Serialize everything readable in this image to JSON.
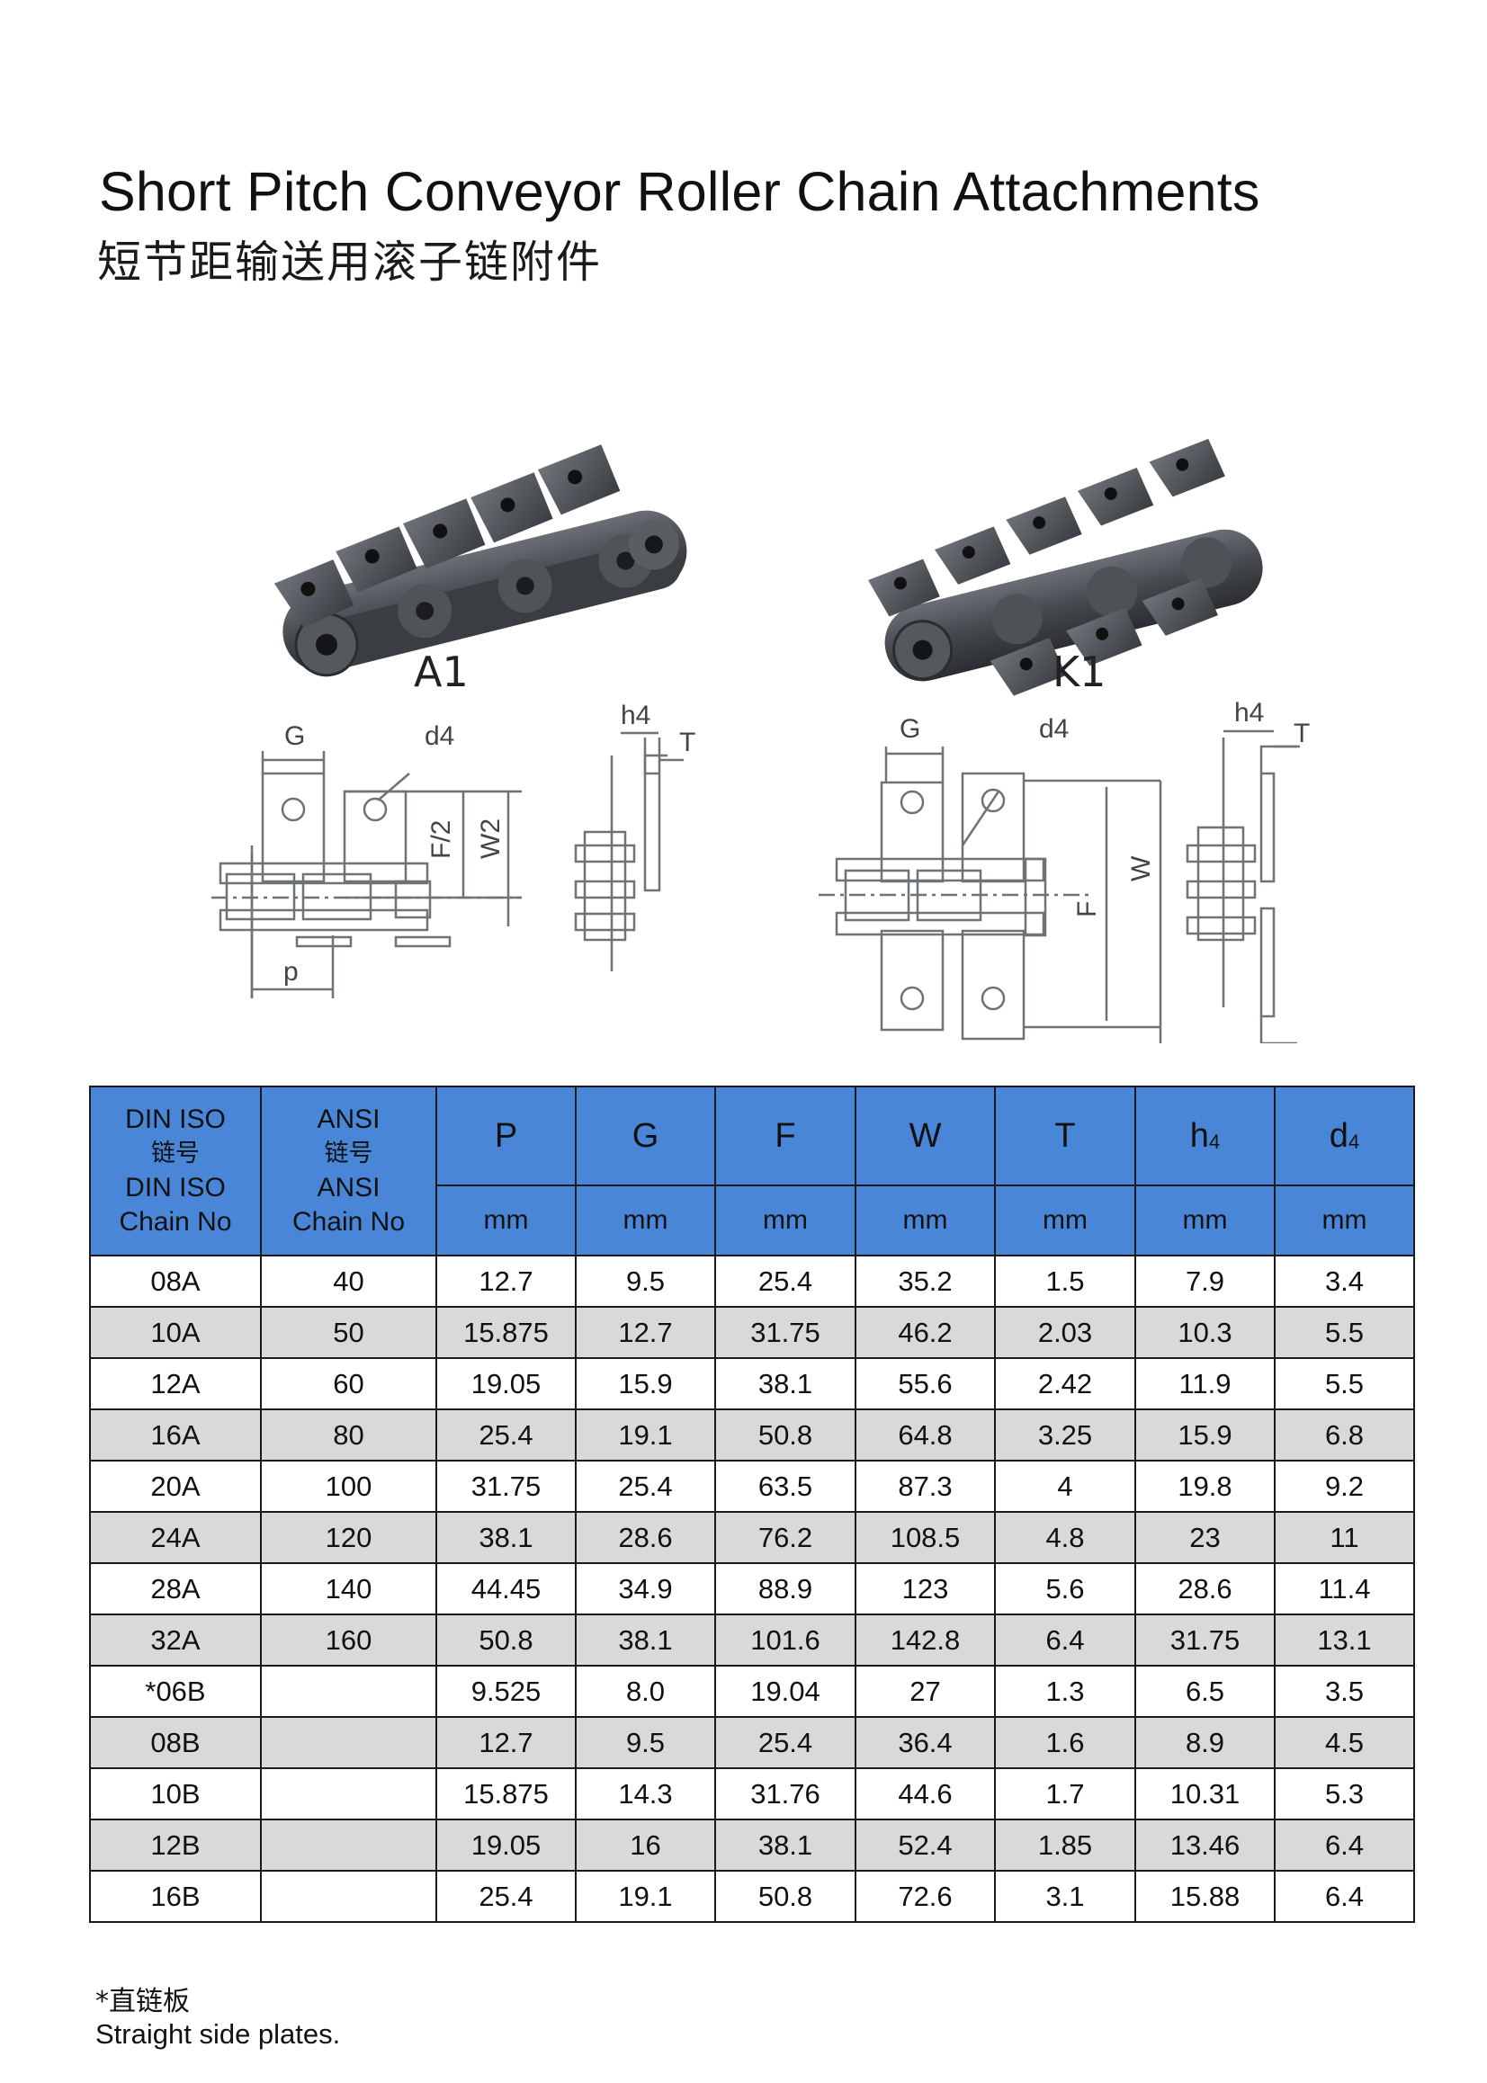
{
  "title": "Short Pitch Conveyor Roller Chain Attachments",
  "subtitle": "短节距输送用滚子链附件",
  "figures": {
    "a1_label": "A1",
    "k1_label": "K1",
    "dims": {
      "G": "G",
      "d4": "d4",
      "h4": "h4",
      "T": "T",
      "F2": "F/2",
      "W2": "W2",
      "p": "p",
      "F": "F",
      "W": "W"
    }
  },
  "table": {
    "header": {
      "din_lines": [
        "DIN ISO",
        "链号",
        "DIN ISO",
        "Chain No"
      ],
      "ansi_lines": [
        "ANSI",
        "链号",
        "ANSI",
        "Chain No"
      ],
      "columns": [
        "P",
        "G",
        "F",
        "W",
        "T",
        "h",
        "d"
      ],
      "subscripts": {
        "h": "4",
        "d": "4"
      },
      "units": [
        "mm",
        "mm",
        "mm",
        "mm",
        "mm",
        "mm",
        "mm"
      ]
    },
    "rows": [
      [
        "08A",
        "40",
        "12.7",
        "9.5",
        "25.4",
        "35.2",
        "1.5",
        "7.9",
        "3.4"
      ],
      [
        "10A",
        "50",
        "15.875",
        "12.7",
        "31.75",
        "46.2",
        "2.03",
        "10.3",
        "5.5"
      ],
      [
        "12A",
        "60",
        "19.05",
        "15.9",
        "38.1",
        "55.6",
        "2.42",
        "11.9",
        "5.5"
      ],
      [
        "16A",
        "80",
        "25.4",
        "19.1",
        "50.8",
        "64.8",
        "3.25",
        "15.9",
        "6.8"
      ],
      [
        "20A",
        "100",
        "31.75",
        "25.4",
        "63.5",
        "87.3",
        "4",
        "19.8",
        "9.2"
      ],
      [
        "24A",
        "120",
        "38.1",
        "28.6",
        "76.2",
        "108.5",
        "4.8",
        "23",
        "11"
      ],
      [
        "28A",
        "140",
        "44.45",
        "34.9",
        "88.9",
        "123",
        "5.6",
        "28.6",
        "11.4"
      ],
      [
        "32A",
        "160",
        "50.8",
        "38.1",
        "101.6",
        "142.8",
        "6.4",
        "31.75",
        "13.1"
      ],
      [
        "*06B",
        "",
        "9.525",
        "8.0",
        "19.04",
        "27",
        "1.3",
        "6.5",
        "3.5"
      ],
      [
        "08B",
        "",
        "12.7",
        "9.5",
        "25.4",
        "36.4",
        "1.6",
        "8.9",
        "4.5"
      ],
      [
        "10B",
        "",
        "15.875",
        "14.3",
        "31.76",
        "44.6",
        "1.7",
        "10.31",
        "5.3"
      ],
      [
        "12B",
        "",
        "19.05",
        "16",
        "38.1",
        "52.4",
        "1.85",
        "13.46",
        "6.4"
      ],
      [
        "16B",
        "",
        "25.4",
        "19.1",
        "50.8",
        "72.6",
        "3.1",
        "15.88",
        "6.4"
      ]
    ]
  },
  "footnote": {
    "cn": "*直链板",
    "en": "Straight side plates."
  },
  "colors": {
    "header_bg": "#4a86d8",
    "stripe": "#d9d9d9",
    "chain_metal": "#4a4d52"
  }
}
